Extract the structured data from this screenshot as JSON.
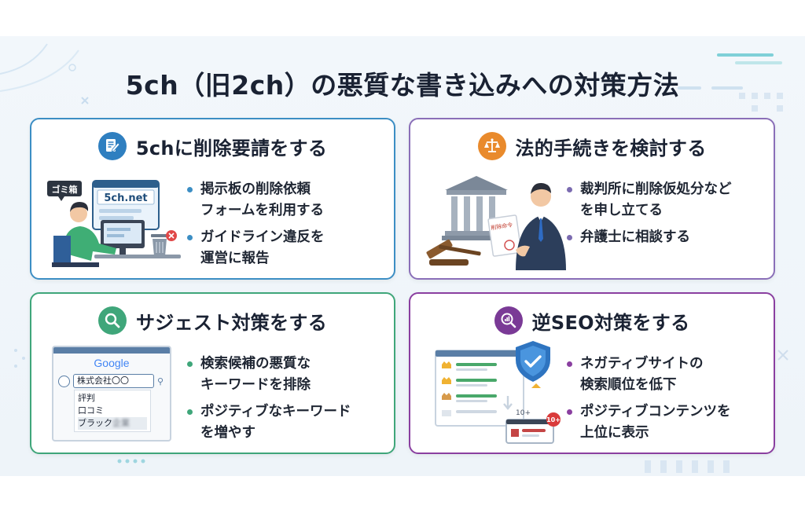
{
  "title": "5ch（旧2ch）の悪質な書き込みへの対策方法",
  "colors": {
    "blue": "#3c8ec4",
    "purple": "#8a6fb8",
    "green": "#3fa67a",
    "violet": "#8a3fa0",
    "orange": "#e98a2c"
  },
  "cards": [
    {
      "title": "5chに削除要請をする",
      "icon": "edit-document-icon",
      "bullets": [
        "掲示板の削除依頼\nフォームを利用する",
        "ガイドライン違反を\n運営に報告"
      ],
      "illustration": {
        "trash_label": "ゴミ箱",
        "site_label": "5ch.net"
      }
    },
    {
      "title": "法的手続きを検討する",
      "icon": "scales-icon",
      "bullets": [
        "裁判所に削除仮処分など\nを申し立てる",
        "弁護士に相談する"
      ],
      "illustration": {
        "document_label": "削除命令"
      }
    },
    {
      "title": "サジェスト対策をする",
      "icon": "search-icon",
      "bullets": [
        "検索候補の悪質な\nキーワードを排除",
        "ポジティブなキーワード\nを増やす"
      ],
      "illustration": {
        "logo": "Google",
        "query": "株式会社〇〇",
        "suggestions": [
          "評判",
          "口コミ",
          "ブラック"
        ],
        "blurred_suffix": "企業"
      }
    },
    {
      "title": "逆SEO対策をする",
      "icon": "analytics-search-icon",
      "bullets": [
        "ネガティブサイトの\n検索順位を低下",
        "ポジティブコンテンツを\n上位に表示"
      ],
      "illustration": {
        "rank_label_small": "10+",
        "rank_badge": "10+"
      }
    }
  ]
}
